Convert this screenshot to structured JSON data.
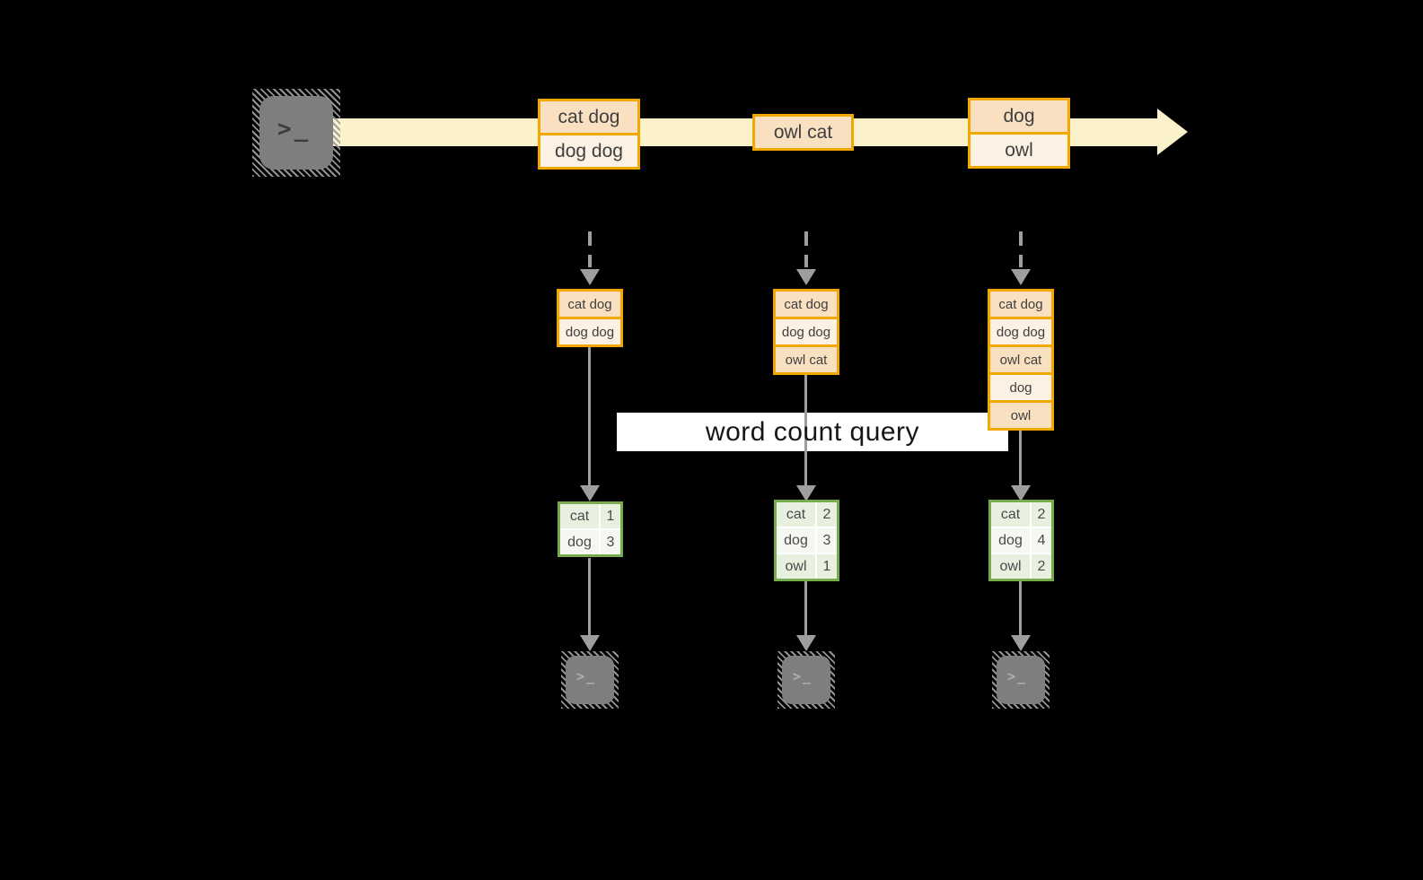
{
  "query_label": "word count query",
  "stream": {
    "events": [
      {
        "rows": [
          "cat dog",
          "dog dog"
        ]
      },
      {
        "rows": [
          "owl cat"
        ]
      },
      {
        "rows": [
          "dog",
          "owl"
        ]
      }
    ]
  },
  "pipelines": [
    {
      "state_rows": [
        "cat dog",
        "dog dog"
      ],
      "counts": [
        {
          "word": "cat",
          "count": "1"
        },
        {
          "word": "dog",
          "count": "3"
        }
      ]
    },
    {
      "state_rows": [
        "cat dog",
        "dog dog",
        "owl cat"
      ],
      "counts": [
        {
          "word": "cat",
          "count": "2"
        },
        {
          "word": "dog",
          "count": "3"
        },
        {
          "word": "owl",
          "count": "1"
        }
      ]
    },
    {
      "state_rows": [
        "cat dog",
        "dog dog",
        "owl cat",
        "dog",
        "owl"
      ],
      "counts": [
        {
          "word": "cat",
          "count": "2"
        },
        {
          "word": "dog",
          "count": "4"
        },
        {
          "word": "owl",
          "count": "2"
        }
      ]
    }
  ],
  "terminal": {
    "prompt_glyph": ">",
    "cursor_glyph": "_"
  },
  "colors": {
    "background": "#000000",
    "stream_band": "#FBF1CB",
    "box_border_orange": "#F2A800",
    "row_peach": "#F8E0C1",
    "row_cream": "#FCF1E2",
    "table_border_green": "#76AC4E",
    "cell_green_light": "#E8F0E0",
    "cell_green_lighter": "#F4F8F1",
    "connector_gray": "#9E9E9E",
    "terminal_gray": "#7E7E7E",
    "query_box_bg": "#FFFFFF"
  }
}
